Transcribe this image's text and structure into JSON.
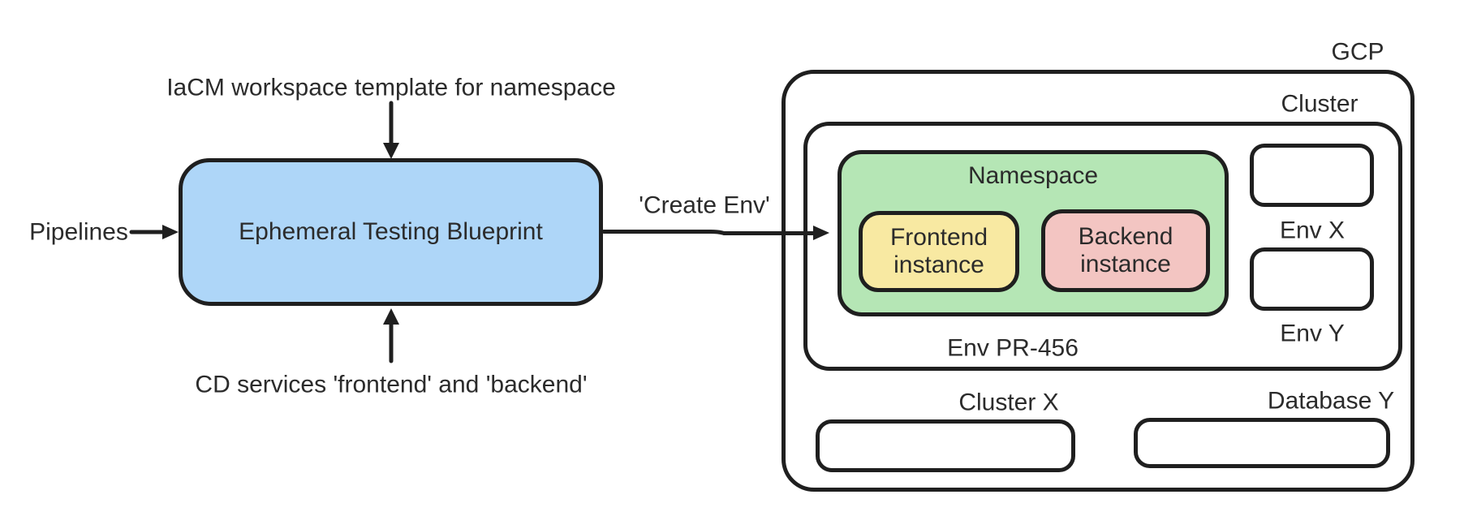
{
  "diagram": {
    "labels": {
      "top_input": "IaCM workspace template for namespace",
      "left_input": "Pipelines",
      "bottom_input": "CD services 'frontend' and 'backend'",
      "blueprint": "Ephemeral Testing Blueprint",
      "create_env": "'Create Env'",
      "gcp": "GCP",
      "cluster": "Cluster",
      "namespace": "Namespace",
      "frontend_instance": "Frontend instance",
      "backend_instance": "Backend instance",
      "env_x": "Env X",
      "env_y": "Env Y",
      "env_pr": "Env PR-456",
      "cluster_x": "Cluster X",
      "database_y": "Database Y"
    },
    "colors": {
      "blueprint_fill": "#aed6f8",
      "namespace_fill": "#b5e6b5",
      "frontend_fill": "#f8e9a2",
      "backend_fill": "#f3c5c2",
      "stroke": "#1f1f1f",
      "text": "#2b2b2b",
      "background": "#ffffff"
    }
  }
}
